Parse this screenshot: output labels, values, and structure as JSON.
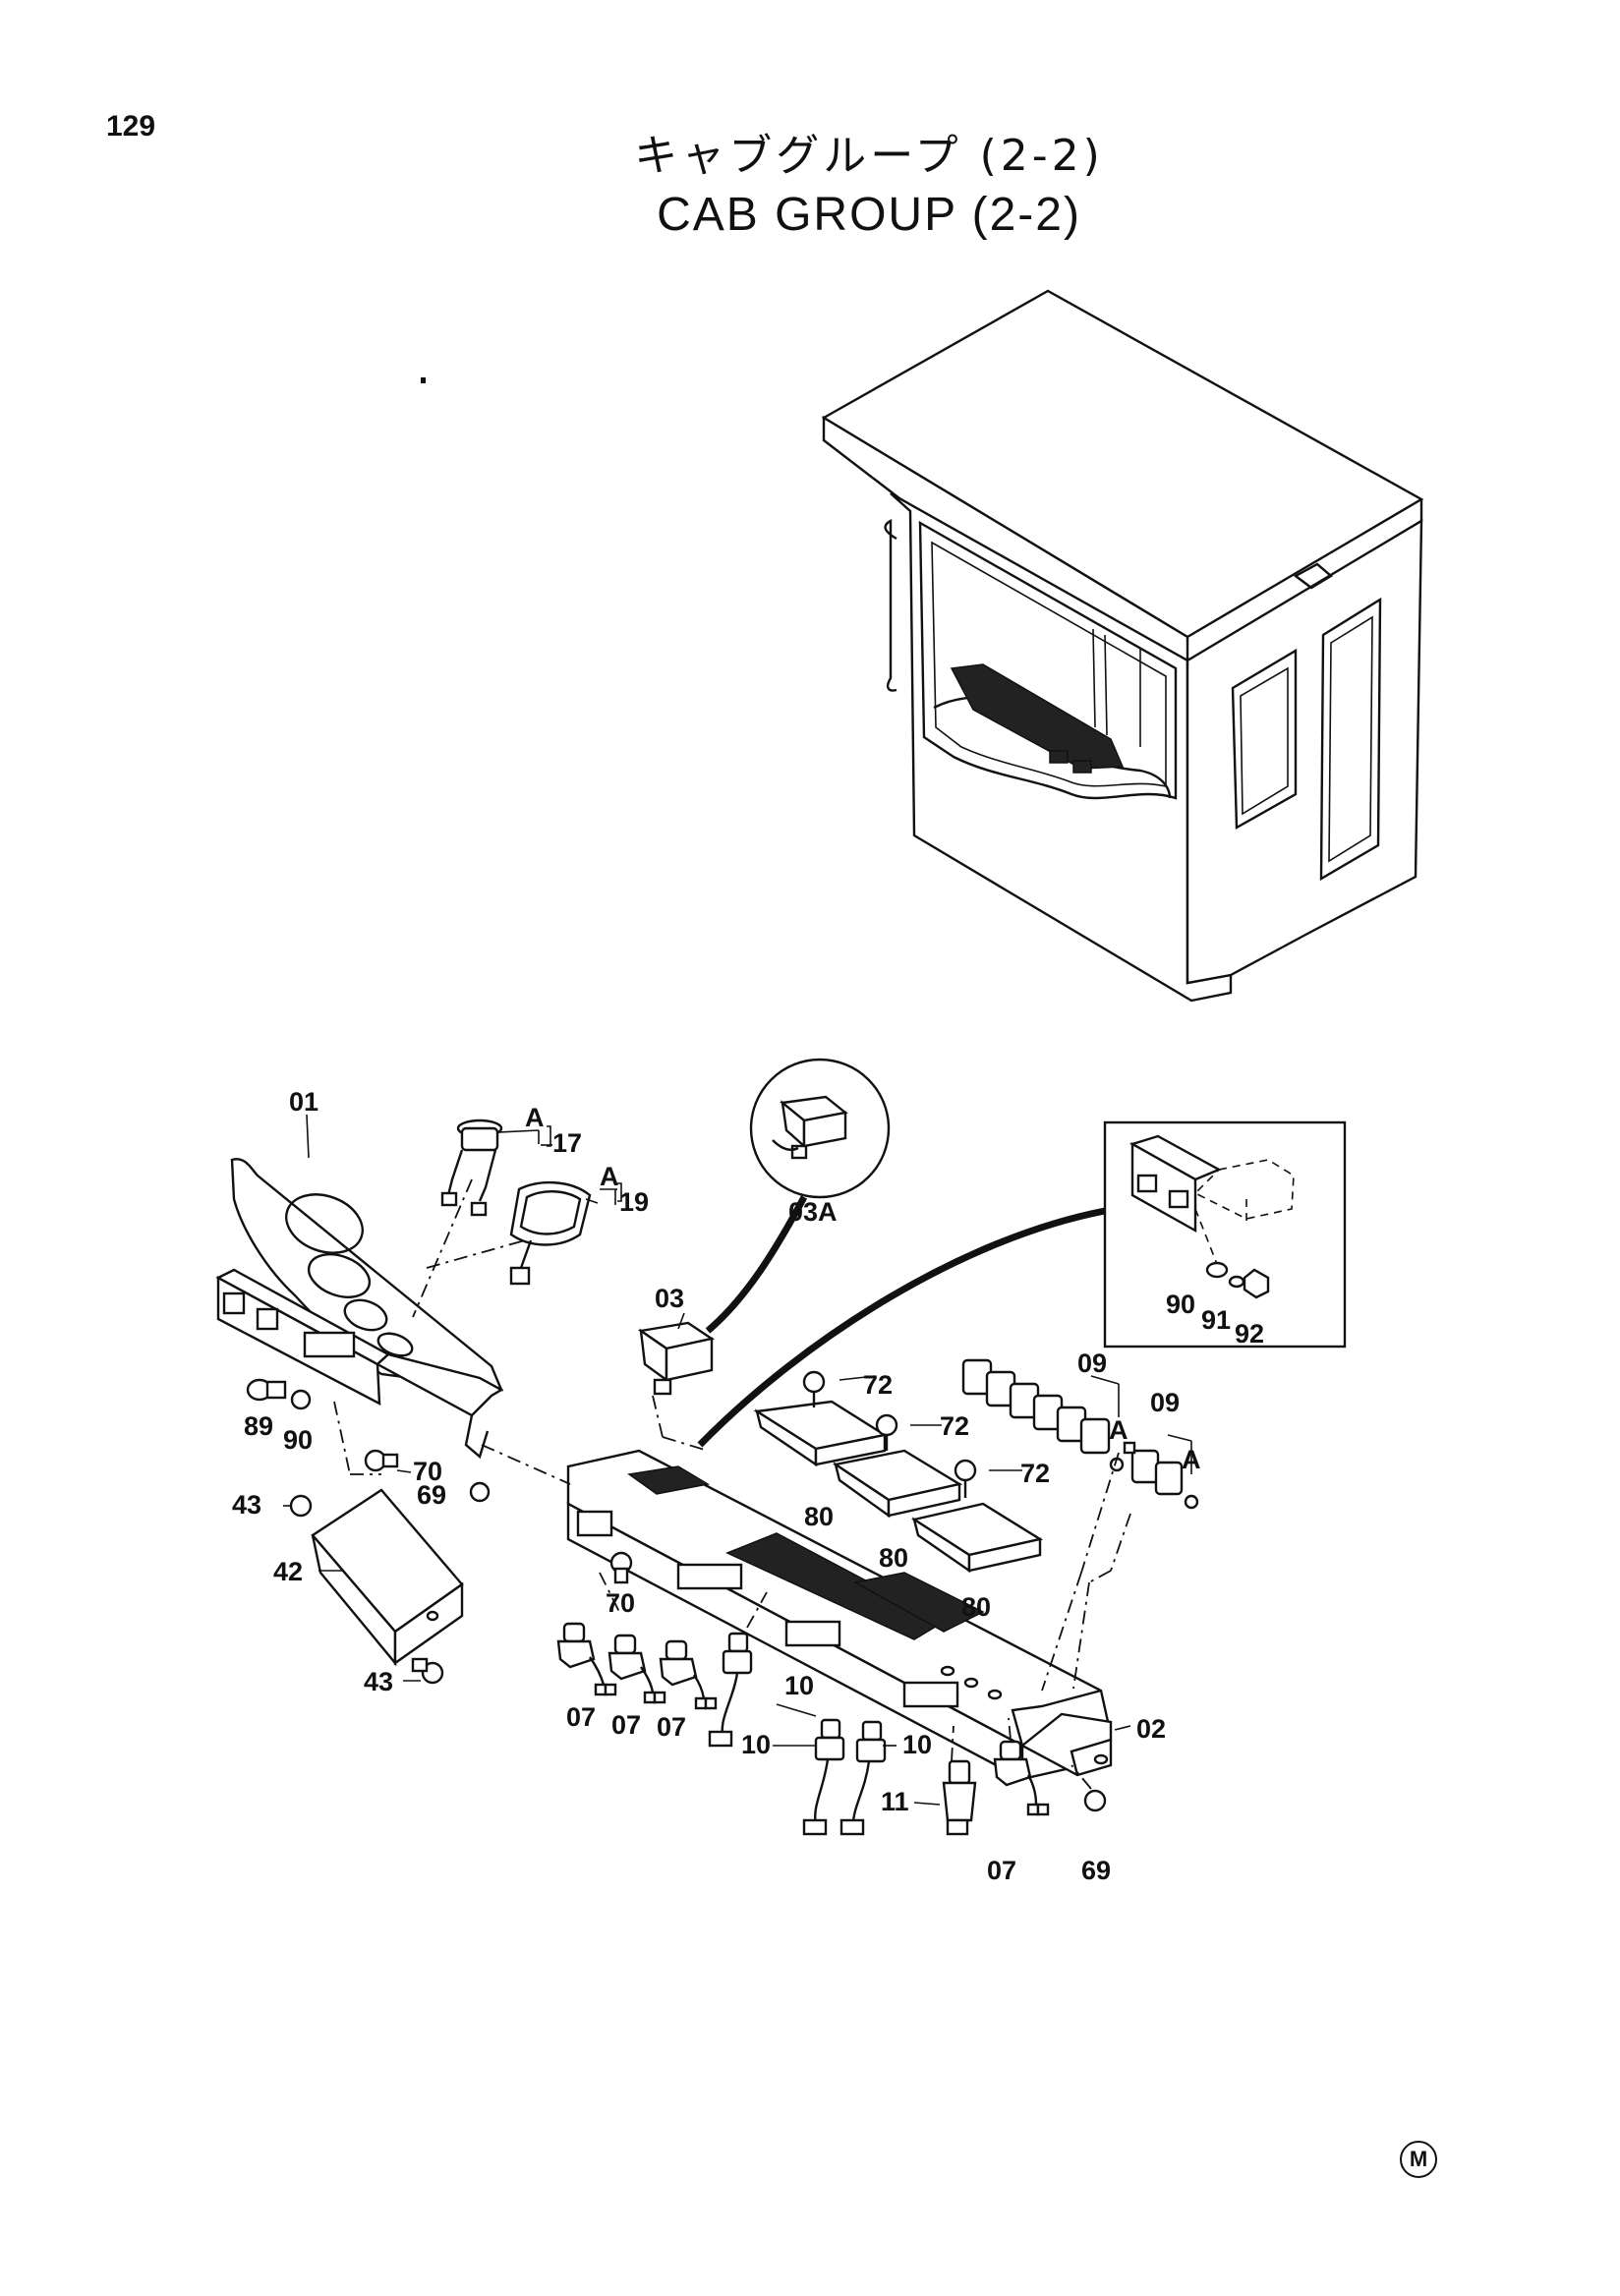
{
  "page_number": "129",
  "title": {
    "japanese": "キャブグループ (2-2)",
    "english": "CAB GROUP (2-2)"
  },
  "parts": [
    {
      "id": "p01",
      "label": "01"
    },
    {
      "id": "p17",
      "label": "17"
    },
    {
      "id": "p19",
      "label": "19"
    },
    {
      "id": "pA1",
      "label": "A"
    },
    {
      "id": "pA2",
      "label": "A"
    },
    {
      "id": "p03A",
      "label": "03A"
    },
    {
      "id": "p03",
      "label": "03"
    },
    {
      "id": "p90a",
      "label": "90"
    },
    {
      "id": "p91",
      "label": "91"
    },
    {
      "id": "p92",
      "label": "92"
    },
    {
      "id": "p09a",
      "label": "09"
    },
    {
      "id": "p09b",
      "label": "09"
    },
    {
      "id": "pA3",
      "label": "A"
    },
    {
      "id": "pA4",
      "label": "A"
    },
    {
      "id": "p72a",
      "label": "72"
    },
    {
      "id": "p72b",
      "label": "72"
    },
    {
      "id": "p72c",
      "label": "72"
    },
    {
      "id": "p89",
      "label": "89"
    },
    {
      "id": "p90b",
      "label": "90"
    },
    {
      "id": "p70a",
      "label": "70"
    },
    {
      "id": "p69a",
      "label": "69"
    },
    {
      "id": "p43a",
      "label": "43"
    },
    {
      "id": "p42",
      "label": "42"
    },
    {
      "id": "p43b",
      "label": "43"
    },
    {
      "id": "p80a",
      "label": "80"
    },
    {
      "id": "p80b",
      "label": "80"
    },
    {
      "id": "p80c",
      "label": "80"
    },
    {
      "id": "p70b",
      "label": "70"
    },
    {
      "id": "p07a",
      "label": "07"
    },
    {
      "id": "p07b",
      "label": "07"
    },
    {
      "id": "p07c",
      "label": "07"
    },
    {
      "id": "p10a",
      "label": "10"
    },
    {
      "id": "p10b",
      "label": "10"
    },
    {
      "id": "p10c",
      "label": "10"
    },
    {
      "id": "p02",
      "label": "02"
    },
    {
      "id": "p11",
      "label": "11"
    },
    {
      "id": "p07d",
      "label": "07"
    },
    {
      "id": "p69b",
      "label": "69"
    }
  ],
  "maker_mark": "M"
}
